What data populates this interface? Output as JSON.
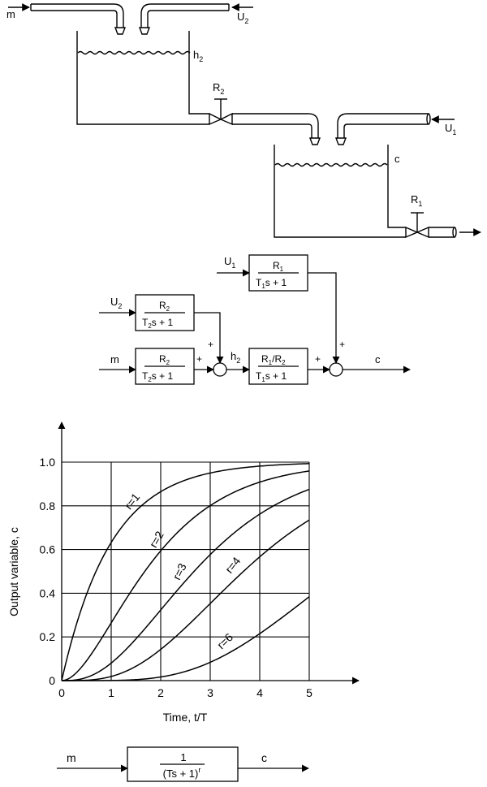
{
  "tanks": {
    "flow_m": "m",
    "flow_u2": "U",
    "flow_u2_sub": "2",
    "level_h2": "h",
    "level_h2_sub": "2",
    "valve_r2": "R",
    "valve_r2_sub": "2",
    "flow_u1": "U",
    "flow_u1_sub": "1",
    "level_c": "c",
    "valve_r1": "R",
    "valve_r1_sub": "1"
  },
  "block_diagram": {
    "in_u1": "U",
    "in_u1_sub": "1",
    "in_u2": "U",
    "in_u2_sub": "2",
    "in_m": "m",
    "sig_h2": "h",
    "sig_h2_sub": "2",
    "out_c": "c",
    "plus": "+",
    "tf_u1_num": "R",
    "tf_u1_num_sub": "1",
    "tf_u1_den_a": "T",
    "tf_u1_den_sub": "1",
    "tf_u1_den_b": "s + 1",
    "tf_u2_num": "R",
    "tf_u2_num_sub": "2",
    "tf_u2_den_a": "T",
    "tf_u2_den_sub": "2",
    "tf_u2_den_b": "s + 1",
    "tf_m_num": "R",
    "tf_m_num_sub": "2",
    "tf_m_den_a": "T",
    "tf_m_den_sub": "2",
    "tf_m_den_b": "s + 1",
    "tf_h_num_a": "R",
    "tf_h_num_sub1": "1",
    "tf_h_num_mid": "/R",
    "tf_h_num_sub2": "2",
    "tf_h_den_a": "T",
    "tf_h_den_sub": "1",
    "tf_h_den_b": "s + 1"
  },
  "chart_data": {
    "type": "line",
    "xlabel": "Time, t/T",
    "ylabel": "Output variable, c",
    "xlim": [
      0,
      5
    ],
    "ylim": [
      0,
      1.0
    ],
    "xticks": [
      "0",
      "1",
      "2",
      "3",
      "4",
      "5"
    ],
    "yticks": [
      "0",
      "0.2",
      "0.4",
      "0.6",
      "0.8",
      "1.0"
    ],
    "grid": true,
    "series": [
      {
        "name": "r=1",
        "r": 1
      },
      {
        "name": "r=2",
        "r": 2
      },
      {
        "name": "r=3",
        "r": 3
      },
      {
        "name": "r=4",
        "r": 4
      },
      {
        "name": "r=6",
        "r": 6
      }
    ]
  },
  "bottom_block": {
    "in": "m",
    "out": "c",
    "num": "1",
    "den": "(Ts + 1)",
    "den_exp": "r"
  }
}
